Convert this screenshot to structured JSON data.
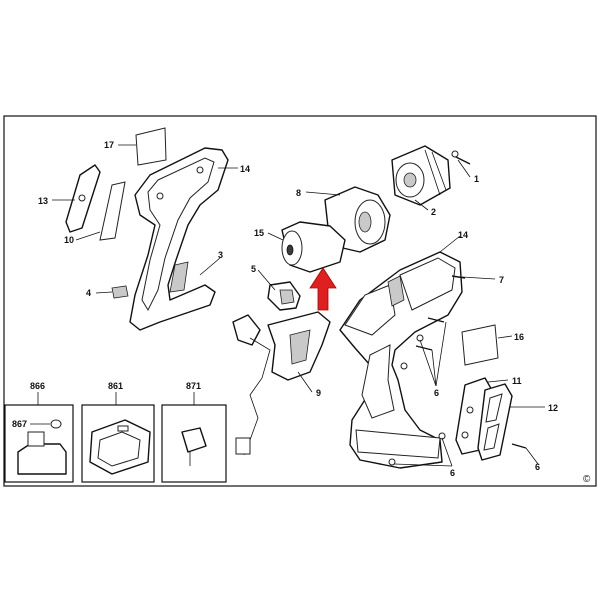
{
  "diagram": {
    "callouts": {
      "c1": "1",
      "c2": "2",
      "c3": "3",
      "c4": "4",
      "c5": "5",
      "c6a": "6",
      "c6b": "6",
      "c6c": "6",
      "c7": "7",
      "c8": "8",
      "c9": "9",
      "c10": "10",
      "c11": "11",
      "c12": "12",
      "c13": "13",
      "c14a": "14",
      "c14b": "14",
      "c15": "15",
      "c16": "16",
      "c17": "17"
    },
    "accessories": {
      "battery_label": "866",
      "battery_sub_label": "867",
      "case_label": "861",
      "charger_label": "871"
    },
    "copyright_symbol": "©",
    "arrow_color": "#e02020"
  }
}
